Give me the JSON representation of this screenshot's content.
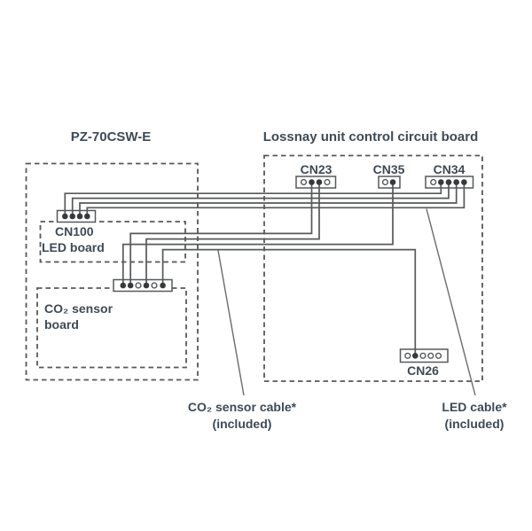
{
  "diagram": {
    "pz_board": {
      "title": "PZ-70CSW-E",
      "cn100_label": "CN100",
      "led_board_label": "LED board",
      "co2_board_label_line1": "CO₂ sensor",
      "co2_board_label_line2": "board"
    },
    "lossnay_board": {
      "title": "Lossnay unit control circuit board",
      "cn23_label": "CN23",
      "cn35_label": "CN35",
      "cn34_label": "CN34",
      "cn26_label": "CN26"
    },
    "callouts": {
      "co2_cable_line1": "CO₂ sensor cable*",
      "co2_cable_line2": "(included)",
      "led_cable_line1": "LED cable*",
      "led_cable_line2": "(included)"
    },
    "connections": [
      {
        "cable": "LED cable* (included)",
        "from": "CN100 (LED board)",
        "to": "CN34 (Lossnay unit control circuit board)",
        "wires": 4
      },
      {
        "cable": "CO₂ sensor cable* (included)",
        "from": "CO₂ sensor board",
        "to": "CN23 (Lossnay unit control circuit board)",
        "wires": 2
      },
      {
        "cable": "CO₂ sensor cable* (included)",
        "from": "CO₂ sensor board",
        "to": "CN35 (Lossnay unit control circuit board)",
        "wires": 1
      },
      {
        "cable": "CO₂ sensor cable* (included)",
        "from": "CO₂ sensor board",
        "to": "CN26 (Lossnay unit control circuit board)",
        "wires": 1
      }
    ],
    "colors": {
      "line": "#57585a",
      "text": "#3e4a56",
      "pin_filled": "#38393b",
      "background": "#ffffff"
    }
  }
}
